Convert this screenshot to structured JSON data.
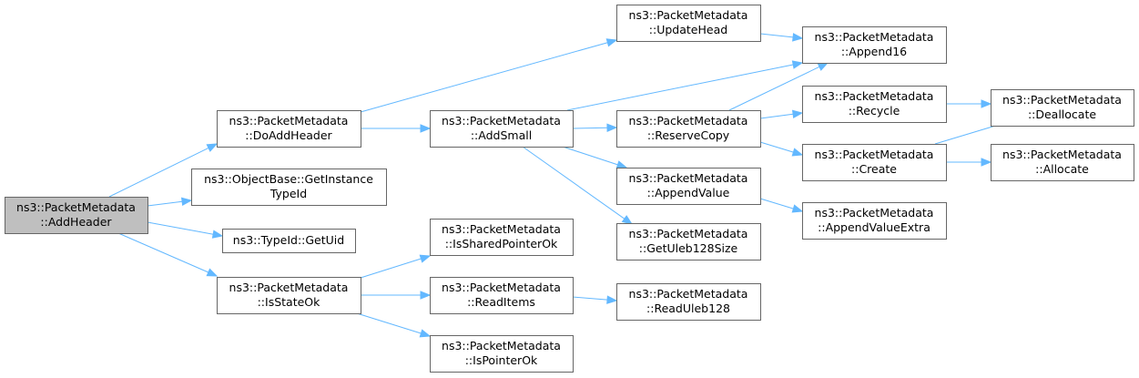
{
  "diagram": {
    "type": "call-graph",
    "colors": {
      "edge": "#63b8ff",
      "node_border": "#666666",
      "root_fill": "#bfbfbf",
      "node_fill": "#ffffff"
    },
    "nodes": [
      {
        "id": "addheader",
        "lines": [
          "ns3::PacketMetadata",
          "::AddHeader"
        ],
        "root": true
      },
      {
        "id": "doaddheader",
        "lines": [
          "ns3::PacketMetadata",
          "::DoAddHeader"
        ]
      },
      {
        "id": "getinstancetypeid",
        "lines": [
          "ns3::ObjectBase::GetInstance",
          "TypeId"
        ]
      },
      {
        "id": "getuid",
        "lines": [
          "ns3::TypeId::GetUid"
        ]
      },
      {
        "id": "isstateok",
        "lines": [
          "ns3::PacketMetadata",
          "::IsStateOk"
        ]
      },
      {
        "id": "updatehead",
        "lines": [
          "ns3::PacketMetadata",
          "::UpdateHead"
        ]
      },
      {
        "id": "addsmall",
        "lines": [
          "ns3::PacketMetadata",
          "::AddSmall"
        ]
      },
      {
        "id": "issharedpointerok",
        "lines": [
          "ns3::PacketMetadata",
          "::IsSharedPointerOk"
        ]
      },
      {
        "id": "readitems",
        "lines": [
          "ns3::PacketMetadata",
          "::ReadItems"
        ]
      },
      {
        "id": "ispointerok",
        "lines": [
          "ns3::PacketMetadata",
          "::IsPointerOk"
        ]
      },
      {
        "id": "reservecopy",
        "lines": [
          "ns3::PacketMetadata",
          "::ReserveCopy"
        ]
      },
      {
        "id": "appendvalue",
        "lines": [
          "ns3::PacketMetadata",
          "::AppendValue"
        ]
      },
      {
        "id": "getuleb128size",
        "lines": [
          "ns3::PacketMetadata",
          "::GetUleb128Size"
        ]
      },
      {
        "id": "readuleb128",
        "lines": [
          "ns3::PacketMetadata",
          "::ReadUleb128"
        ]
      },
      {
        "id": "append16",
        "lines": [
          "ns3::PacketMetadata",
          "::Append16"
        ]
      },
      {
        "id": "recycle",
        "lines": [
          "ns3::PacketMetadata",
          "::Recycle"
        ]
      },
      {
        "id": "create",
        "lines": [
          "ns3::PacketMetadata",
          "::Create"
        ]
      },
      {
        "id": "appendvalueextra",
        "lines": [
          "ns3::PacketMetadata",
          "::AppendValueExtra"
        ]
      },
      {
        "id": "deallocate",
        "lines": [
          "ns3::PacketMetadata",
          "::Deallocate"
        ]
      },
      {
        "id": "allocate",
        "lines": [
          "ns3::PacketMetadata",
          "::Allocate"
        ]
      }
    ],
    "edges": [
      {
        "from": "addheader",
        "to": "doaddheader"
      },
      {
        "from": "addheader",
        "to": "getinstancetypeid"
      },
      {
        "from": "addheader",
        "to": "getuid"
      },
      {
        "from": "addheader",
        "to": "isstateok"
      },
      {
        "from": "doaddheader",
        "to": "updatehead"
      },
      {
        "from": "doaddheader",
        "to": "addsmall"
      },
      {
        "from": "isstateok",
        "to": "issharedpointerok"
      },
      {
        "from": "isstateok",
        "to": "readitems"
      },
      {
        "from": "isstateok",
        "to": "ispointerok"
      },
      {
        "from": "updatehead",
        "to": "append16"
      },
      {
        "from": "addsmall",
        "to": "append16"
      },
      {
        "from": "addsmall",
        "to": "reservecopy"
      },
      {
        "from": "addsmall",
        "to": "appendvalue"
      },
      {
        "from": "addsmall",
        "to": "getuleb128size"
      },
      {
        "from": "readitems",
        "to": "readuleb128"
      },
      {
        "from": "reservecopy",
        "to": "append16"
      },
      {
        "from": "reservecopy",
        "to": "recycle"
      },
      {
        "from": "reservecopy",
        "to": "create"
      },
      {
        "from": "appendvalue",
        "to": "appendvalueextra"
      },
      {
        "from": "recycle",
        "to": "deallocate"
      },
      {
        "from": "create",
        "to": "deallocate"
      },
      {
        "from": "create",
        "to": "allocate"
      }
    ]
  }
}
